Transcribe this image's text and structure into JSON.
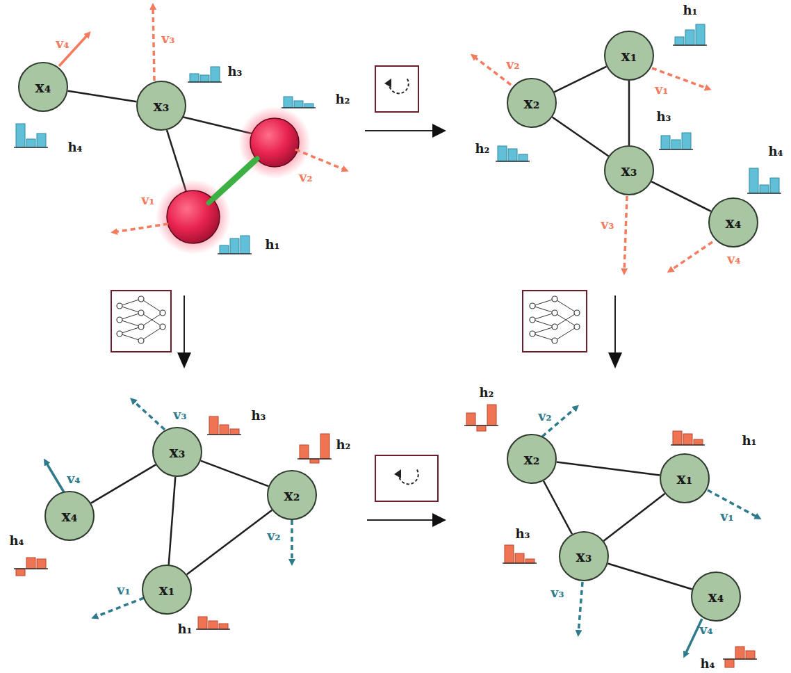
{
  "diagram": {
    "nodes": [
      {
        "text": [
          "x₄"
        ]
      },
      {
        "text": [
          "x₃"
        ]
      },
      {
        "text": [
          "x₁"
        ]
      },
      {
        "text": [
          "x₂"
        ]
      },
      {
        "text": [
          "x₃"
        ]
      },
      {
        "text": [
          "x₄"
        ]
      },
      {
        "text": [
          "x₃"
        ]
      },
      {
        "text": [
          "x₂"
        ]
      },
      {
        "text": [
          "x₄"
        ]
      },
      {
        "text": [
          "x₁"
        ]
      },
      {
        "text": [
          "x₂"
        ]
      },
      {
        "text": [
          "x₁"
        ]
      },
      {
        "text": [
          "x₃"
        ]
      },
      {
        "text": [
          "x₄"
        ]
      }
    ],
    "edges": [
      {
        "from": 0,
        "to": 1,
        "arrow": "none"
      },
      {
        "from": 2,
        "to": 3,
        "arrow": "none"
      },
      {
        "from": 2,
        "to": 4,
        "arrow": "none"
      },
      {
        "from": 3,
        "to": 4,
        "arrow": "none"
      },
      {
        "from": 4,
        "to": 5,
        "arrow": "none"
      },
      {
        "from": 8,
        "to": 6,
        "arrow": "none"
      },
      {
        "from": 6,
        "to": 7,
        "arrow": "none"
      },
      {
        "from": 6,
        "to": 9,
        "arrow": "none"
      },
      {
        "from": 9,
        "to": 7,
        "arrow": "none"
      },
      {
        "from": 10,
        "to": 11,
        "arrow": "none"
      },
      {
        "from": 10,
        "to": 12,
        "arrow": "none"
      },
      {
        "from": 11,
        "to": 12,
        "arrow": "none"
      },
      {
        "from": 12,
        "to": 13,
        "arrow": "none"
      }
    ],
    "labels": [
      "v₄",
      "v₃",
      "h₃",
      "h₂",
      "h₄",
      "v₂",
      "v₁",
      "h₁",
      "h₁",
      "v₁",
      "v₂",
      "h₂",
      "h₃",
      "h₄",
      "v₃",
      "v₄",
      "v₃",
      "h₃",
      "h₂",
      "v₄",
      "h₄",
      "v₂",
      "v₁",
      "h₁",
      "h₂",
      "v₂",
      "h₁",
      "v₁",
      "h₃",
      "v₃",
      "v₄",
      "h₄"
    ]
  }
}
